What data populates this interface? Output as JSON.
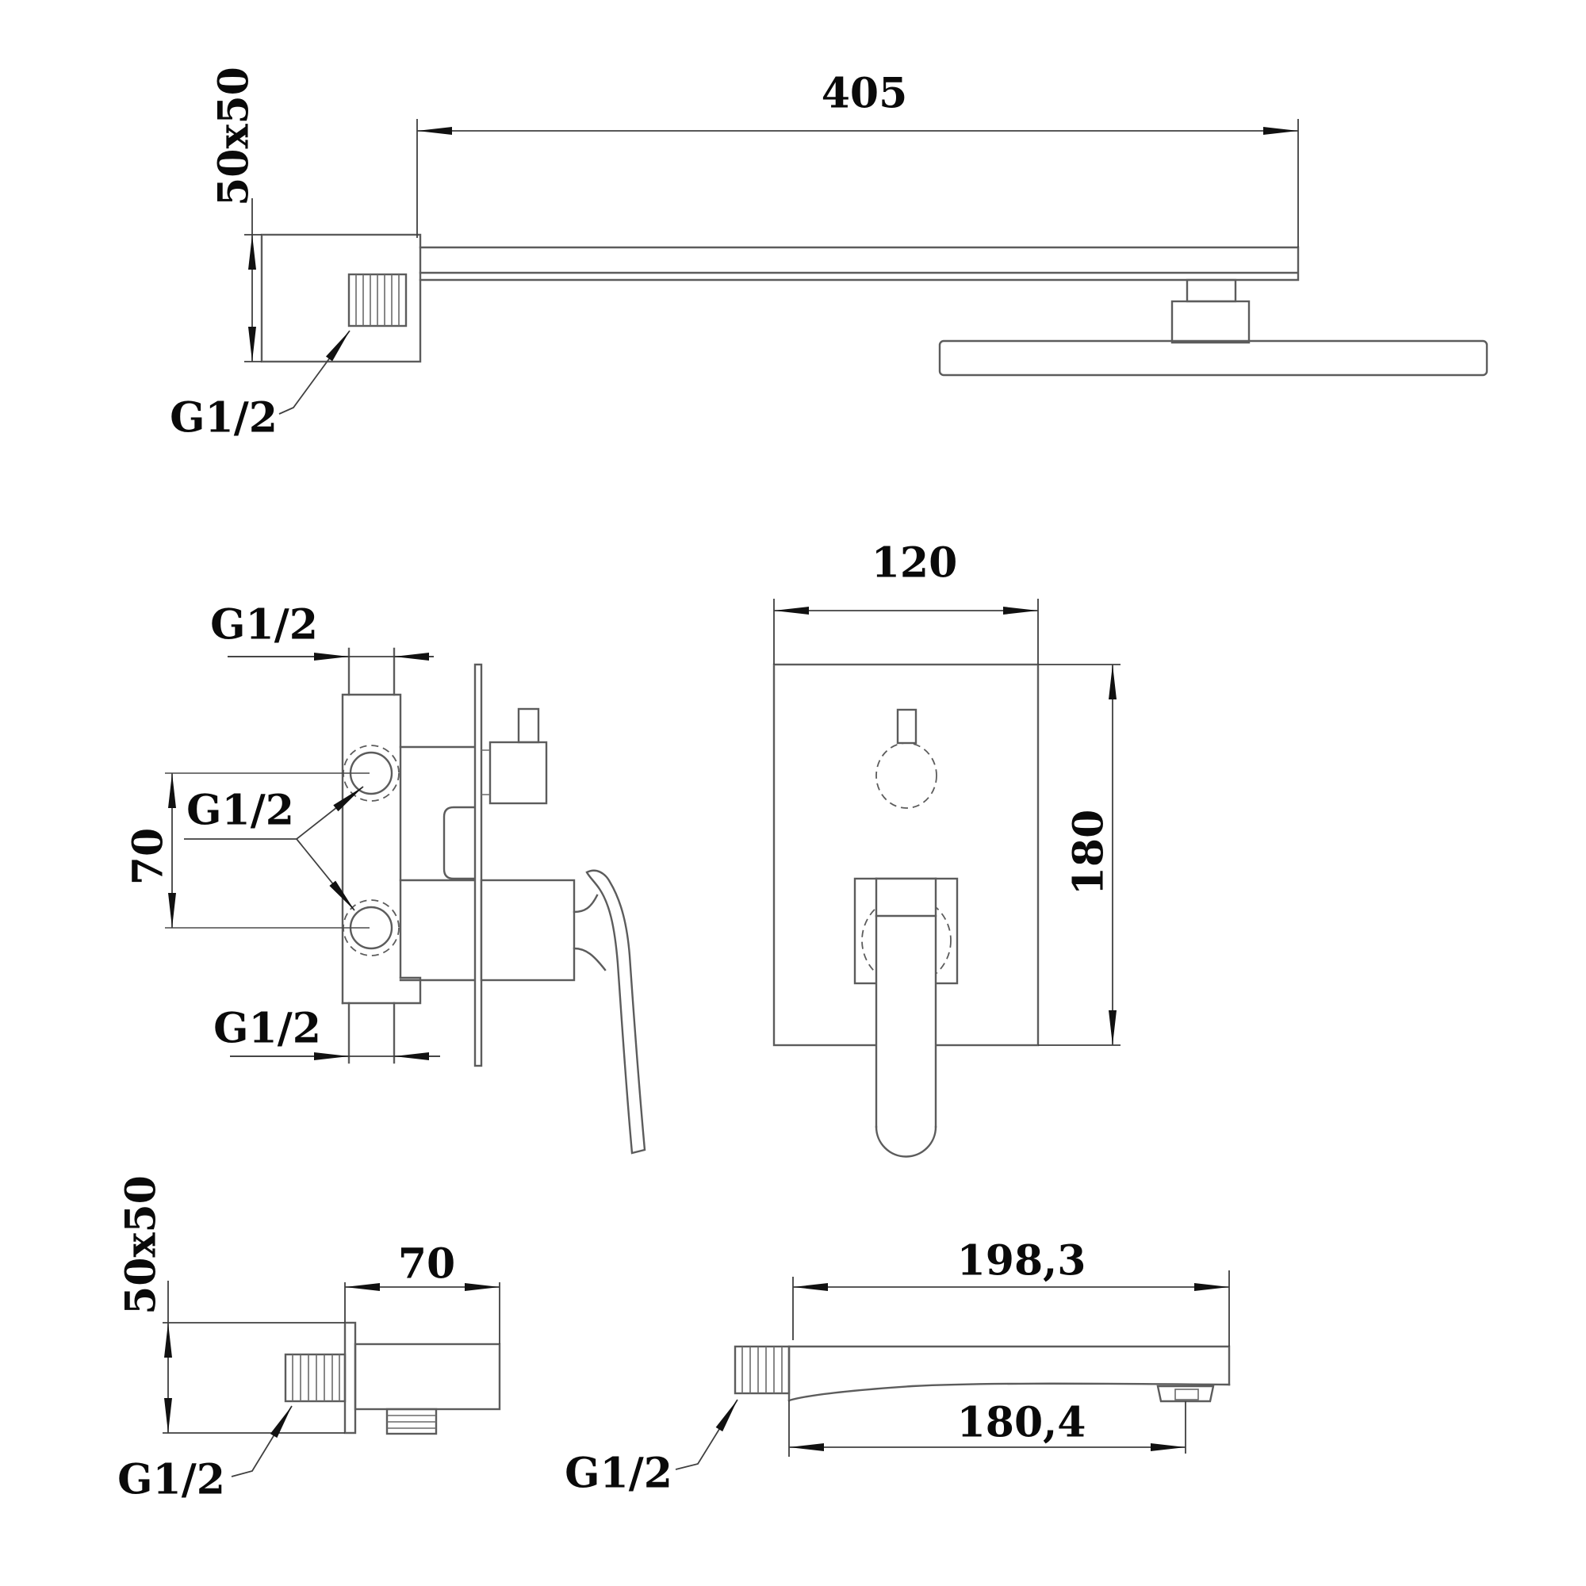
{
  "drawing": {
    "type": "technical-dimension-drawing",
    "subject": "concealed shower faucet set (shower arm with rain head, concealed mixer valve side and front views, wall outlet elbow, tub spout)",
    "line_color": "#5c5c5c",
    "text_color": "#0a0a0a",
    "background": "#ffffff",
    "views": {
      "shower_arm_side": {
        "name": "wall-mounted shower arm with rain head - side view",
        "plate_size": "50x50",
        "arm_length": "405",
        "thread": "G1/2"
      },
      "mixer_valve_side": {
        "name": "concealed mixer valve - side view",
        "thread_top": "G1/2",
        "thread_ports": "G1/2",
        "thread_bottom": "G1/2",
        "port_spacing": "70"
      },
      "mixer_valve_front": {
        "name": "concealed mixer trim plate - front view",
        "plate_width": "120",
        "plate_height": "180"
      },
      "wall_outlet_side": {
        "name": "wall outlet / hose connector - side view",
        "plate_size": "50x50",
        "body_depth": "70",
        "thread": "G1/2"
      },
      "tub_spout_side": {
        "name": "tub spout - side view",
        "total_length": "198,3",
        "aerator_offset": "180,4",
        "thread": "G1/2"
      }
    }
  }
}
